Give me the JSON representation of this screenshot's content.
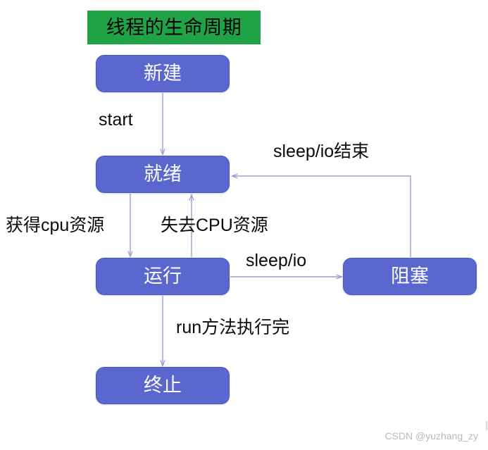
{
  "diagram": {
    "title": "线程的生命周期",
    "title_bg_color": "#20a347",
    "node_fill_color": "#5a67ce",
    "node_text_color": "#ffffff",
    "arrow_color": "#9a9fd4",
    "nodes": [
      {
        "id": "new",
        "label": "新建"
      },
      {
        "id": "ready",
        "label": "就绪"
      },
      {
        "id": "running",
        "label": "运行"
      },
      {
        "id": "blocked",
        "label": "阻塞"
      },
      {
        "id": "terminated",
        "label": "终止"
      }
    ],
    "edges": [
      {
        "id": "start",
        "label": "start",
        "from": "new",
        "to": "ready"
      },
      {
        "id": "get-cpu",
        "label": "获得cpu资源",
        "from": "ready",
        "to": "running"
      },
      {
        "id": "lose-cpu",
        "label": "失去CPU资源",
        "from": "running",
        "to": "ready"
      },
      {
        "id": "sleepio",
        "label": "sleep/io",
        "from": "running",
        "to": "blocked"
      },
      {
        "id": "sleepio-end",
        "label": "sleep/io结束",
        "from": "blocked",
        "to": "ready"
      },
      {
        "id": "run-done",
        "label": "run方法执行完",
        "from": "running",
        "to": "terminated"
      }
    ]
  },
  "watermark": {
    "text": "CSDN @yuzhang_zy"
  }
}
